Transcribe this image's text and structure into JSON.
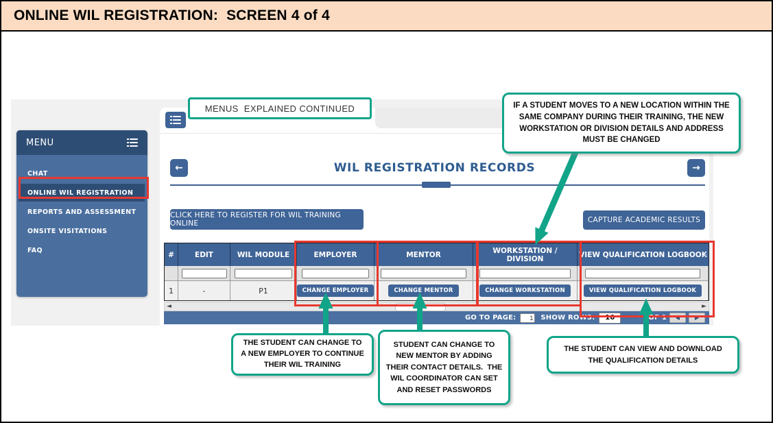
{
  "page": {
    "title": "ONLINE WIL REGISTRATION:  SCREEN 4 of 4"
  },
  "sidebar": {
    "header": "MENU",
    "items": [
      {
        "label": "CHAT"
      },
      {
        "label": "ONLINE WIL REGISTRATION"
      },
      {
        "label": "REPORTS AND ASSESSMENT"
      },
      {
        "label": "ONSITE VISITATIONS"
      },
      {
        "label": "FAQ"
      }
    ]
  },
  "main": {
    "title": "WIL REGISTRATION RECORDS",
    "register_button": "CLICK HERE TO REGISTER FOR WIL TRAINING ONLINE",
    "capture_button": "CAPTURE ACADEMIC RESULTS",
    "table": {
      "columns": [
        "#",
        "EDIT",
        "WIL MODULE",
        "EMPLOYER",
        "MENTOR",
        "WORKSTATION / DIVISION",
        "VIEW QUALIFICATION LOGBOOK"
      ],
      "row": {
        "num": "1",
        "edit": "-",
        "module": "P1",
        "employer_btn": "CHANGE EMPLOYER",
        "mentor_btn": "CHANGE MENTOR",
        "workstation_btn": "CHANGE WORKSTATION",
        "logbook_btn": "VIEW QUALIFICATION LOGBOOK"
      }
    },
    "pagination": {
      "go_to_page_label": "GO TO PAGE:",
      "page_value": "1",
      "show_rows_label": "SHOW ROWS:",
      "rows_value": "10",
      "of_label": "OF 1"
    }
  },
  "annotations": {
    "menus_note": "MENUS  EXPLAINED CONTINUED",
    "workstation_note": "IF A STUDENT MOVES TO A NEW LOCATION WITHIN THE SAME COMPANY DURING THEIR TRAINING, THE NEW WORKSTATION OR DIVISION DETAILS AND ADDRESS MUST BE CHANGED",
    "employer_note": "THE STUDENT CAN CHANGE TO A NEW EMPLOYER TO CONTINUE THEIR WIL TRAINING",
    "mentor_note": "STUDENT CAN CHANGE TO NEW MENTOR BY ADDING THEIR CONTACT DETAILS.  THE WIL COORDINATOR CAN SET AND RESET PASSWORDS",
    "logbook_note": "THE STUDENT CAN VIEW AND DOWNLOAD THE QUALIFICATION DETAILS"
  },
  "colors": {
    "accent_blue": "#3f6497",
    "dark_blue": "#2e4d74",
    "teal": "#12a489",
    "red": "#e8382f",
    "band_peach": "#fbdcc3"
  }
}
